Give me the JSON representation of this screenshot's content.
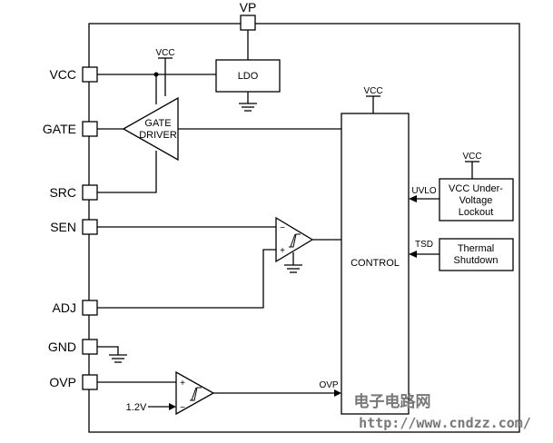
{
  "pins": {
    "vp": "VP",
    "vcc": "VCC",
    "gate": "GATE",
    "src": "SRC",
    "sen": "SEN",
    "adj": "ADJ",
    "gnd": "GND",
    "ovp": "OVP"
  },
  "blocks": {
    "ldo": "LDO",
    "gate_driver_line1": "GATE",
    "gate_driver_line2": "DRIVER",
    "control": "CONTROL",
    "uvlo_line1": "VCC Under-",
    "uvlo_line2": "Voltage",
    "uvlo_line3": "Lockout",
    "thermal_line1": "Thermal",
    "thermal_line2": "Shutdown"
  },
  "nets": {
    "vcc_supply": "VCC",
    "uvlo": "UVLO",
    "tsd": "TSD",
    "ovp": "OVP",
    "ref_voltage": "1.2V"
  },
  "comparator_symbols": {
    "minus": "−",
    "plus": "+"
  },
  "watermark": {
    "site_name": "电子电路网",
    "url": "http://www.cndzz.com/"
  }
}
